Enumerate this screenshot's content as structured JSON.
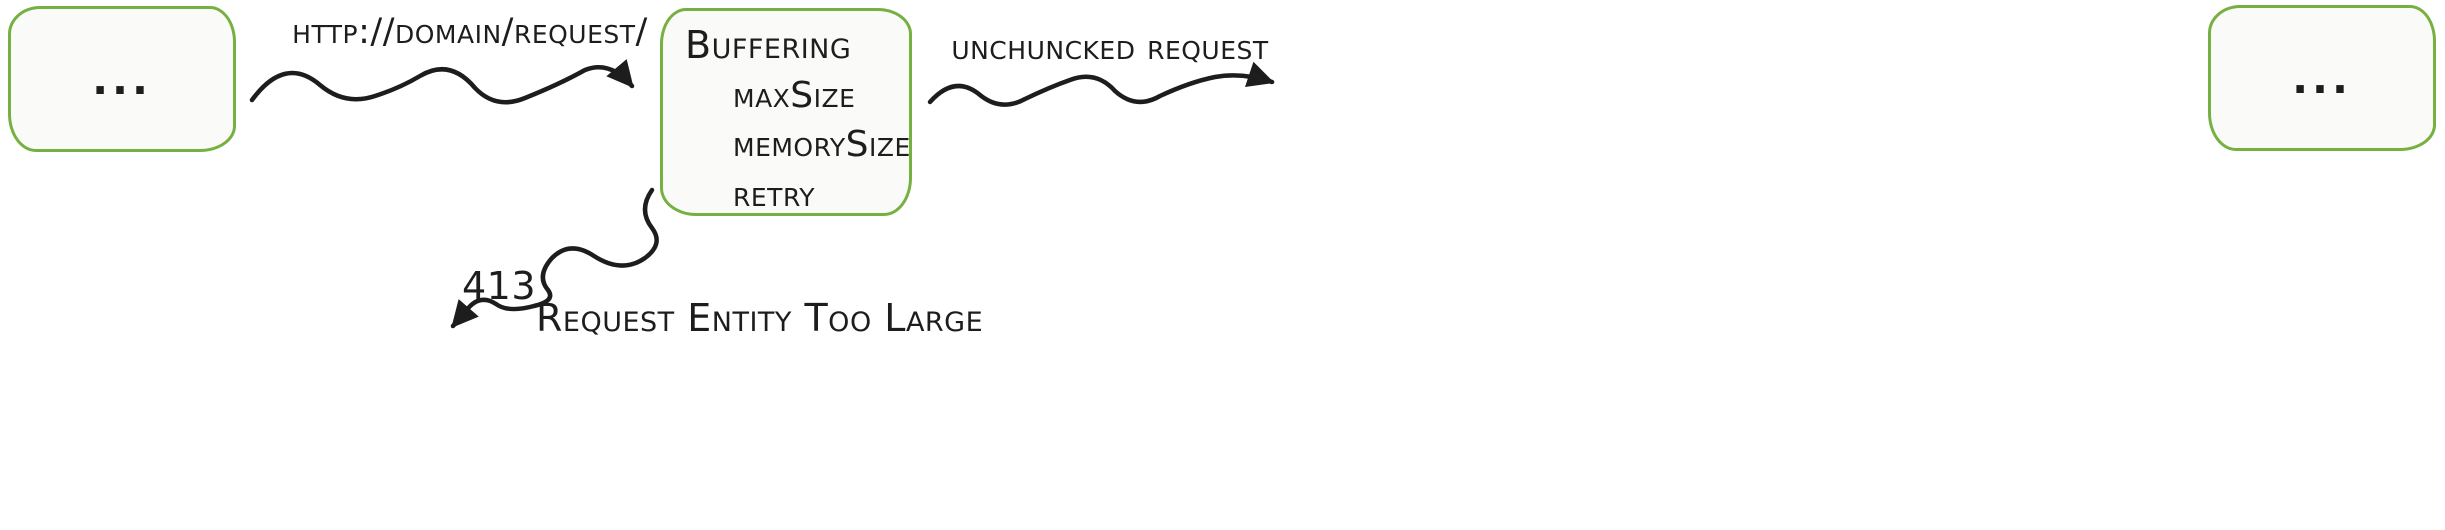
{
  "canvas": {
    "background": "#ffffff",
    "stroke_color": "#1d1d1d",
    "box_border_color": "#76b041",
    "box_fill_color": "#fafaf8"
  },
  "nodes": {
    "left": {
      "label": "..."
    },
    "middle": {
      "title": "Buffering",
      "items": [
        "maxSize",
        "memorySize",
        "retry"
      ]
    },
    "right": {
      "label": "..."
    }
  },
  "edges": {
    "request": {
      "label": "http://domain/request/"
    },
    "unchunked": {
      "label": "unchuncked request"
    },
    "error": {
      "code": "413",
      "label": "Request Entity Too Large"
    }
  }
}
